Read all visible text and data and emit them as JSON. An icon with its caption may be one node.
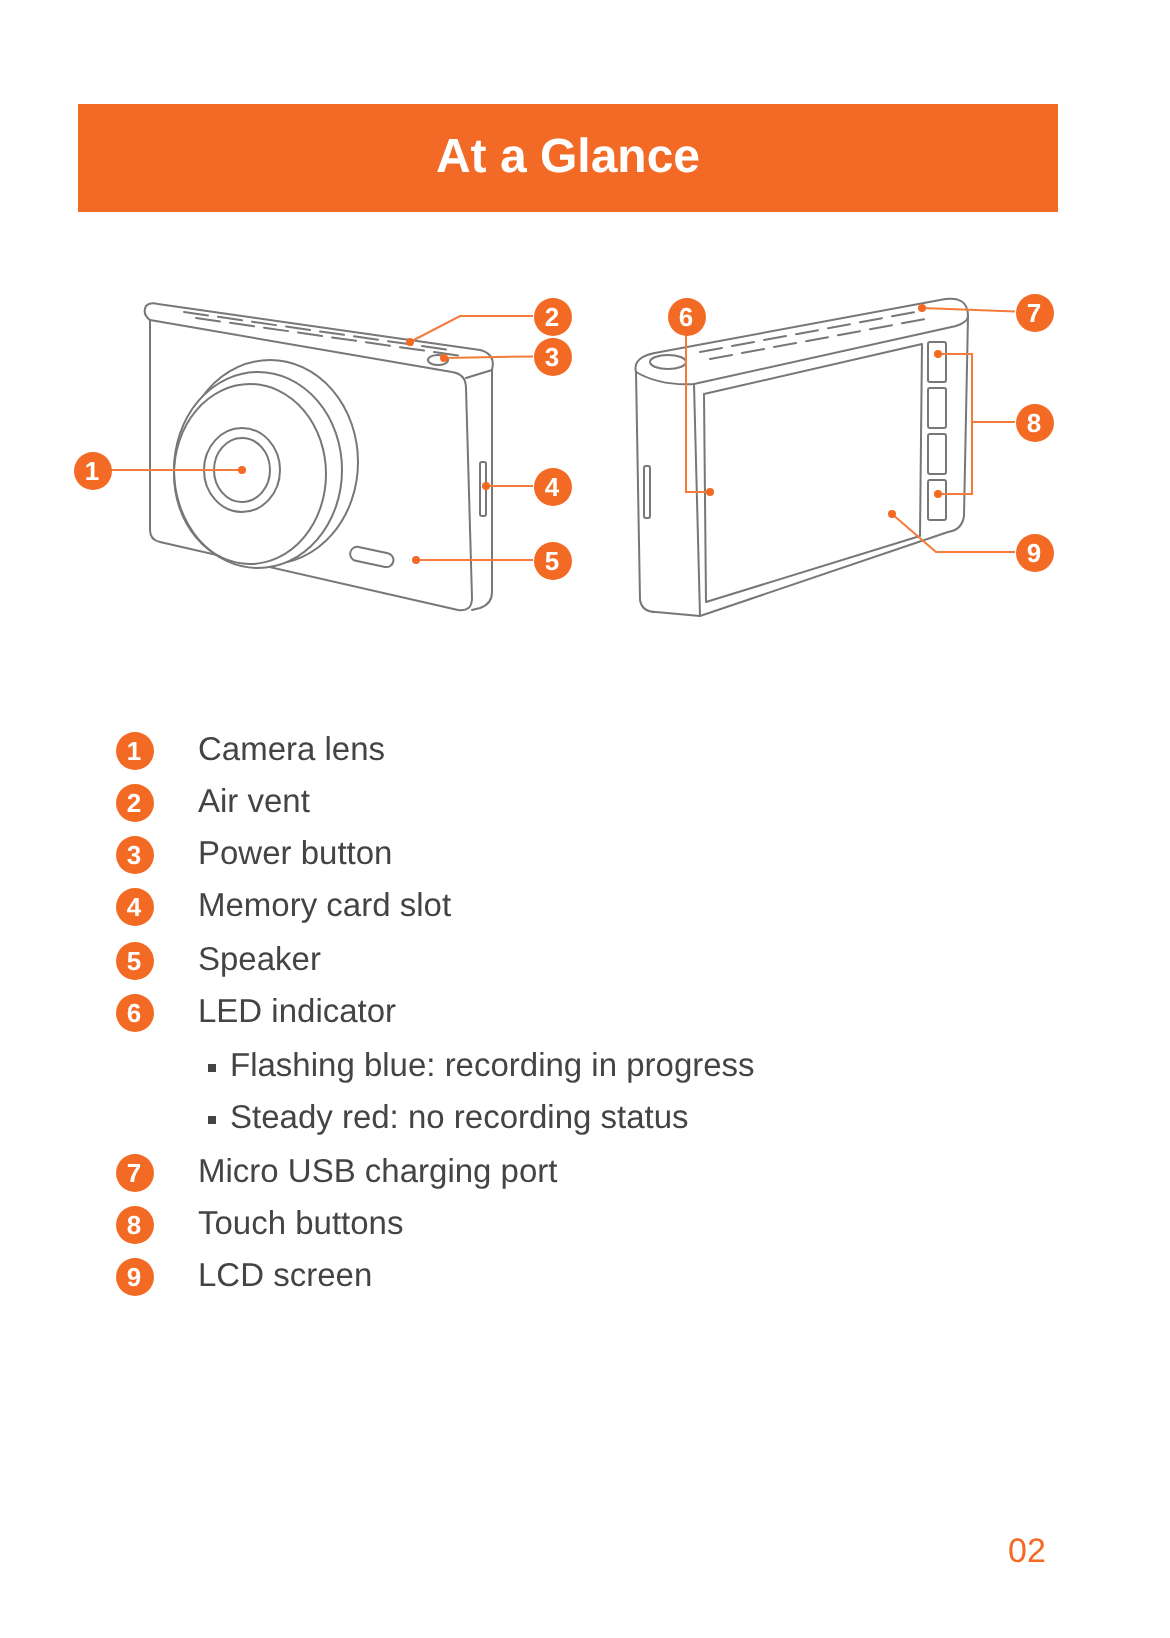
{
  "diagram": {
    "title": "At a Glance",
    "nodes": [
      {
        "text": [
          "1"
        ]
      },
      {
        "text": [
          "2"
        ]
      },
      {
        "text": [
          "3"
        ]
      },
      {
        "text": [
          "4"
        ]
      },
      {
        "text": [
          "5"
        ]
      },
      {
        "text": [
          "6"
        ]
      },
      {
        "text": [
          "7"
        ]
      },
      {
        "text": [
          "8"
        ]
      },
      {
        "text": [
          "9"
        ]
      },
      {
        "text": [
          "1"
        ],
        "beside": [
          "Camera lens"
        ]
      },
      {
        "text": [
          "2"
        ],
        "beside": [
          "Air vent"
        ]
      },
      {
        "text": [
          "3"
        ],
        "beside": [
          "Power button"
        ]
      },
      {
        "text": [
          "4"
        ],
        "beside": [
          "Memory card slot"
        ]
      },
      {
        "text": [
          "5"
        ],
        "beside": [
          "Speaker"
        ]
      },
      {
        "text": [
          "6"
        ],
        "beside": [
          "LED indicator",
          "Flashing blue: recording in progress",
          "Steady red: no recording status"
        ]
      },
      {
        "text": [
          "7"
        ],
        "beside": [
          "Micro USB charging port"
        ]
      },
      {
        "text": [
          "8"
        ],
        "beside": [
          "Touch buttons"
        ]
      },
      {
        "text": [
          "9"
        ],
        "beside": [
          "LCD screen"
        ]
      }
    ],
    "edges": [
      {
        "from": 0,
        "to": null,
        "arrow": "other"
      },
      {
        "from": 1,
        "to": null,
        "arrow": "other"
      },
      {
        "from": 2,
        "to": null,
        "arrow": "other"
      },
      {
        "from": 3,
        "to": null,
        "arrow": "other"
      },
      {
        "from": 4,
        "to": null,
        "arrow": "other"
      },
      {
        "from": 5,
        "to": null,
        "arrow": "other"
      },
      {
        "from": 6,
        "to": null,
        "arrow": "other"
      },
      {
        "from": 7,
        "to": null,
        "arrow": "other"
      },
      {
        "from": 7,
        "to": null,
        "arrow": "other"
      },
      {
        "from": 8,
        "to": null,
        "arrow": "other"
      }
    ],
    "labels": [
      "02"
    ]
  }
}
